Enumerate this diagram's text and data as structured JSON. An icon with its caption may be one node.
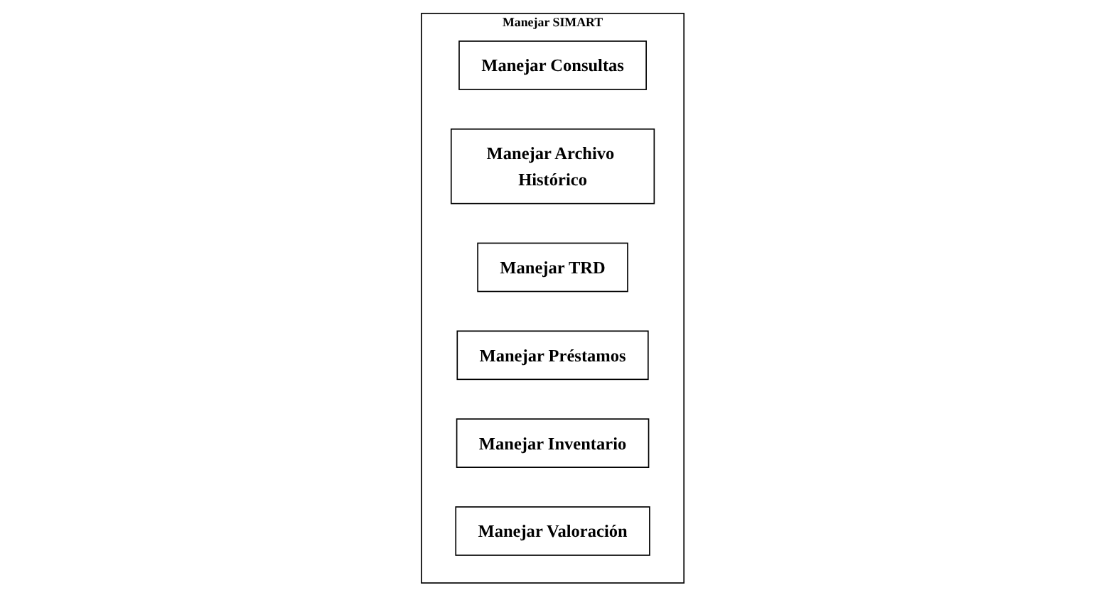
{
  "diagram": {
    "nodes": [
      {
        "text": [
          "Manejar SIMART"
        ]
      },
      {
        "text": [
          "Manejar Consultas"
        ],
        "in": 0
      },
      {
        "text": [
          "Manejar Archivo Histórico"
        ],
        "in": 0
      },
      {
        "text": [
          "Manejar TRD"
        ],
        "in": 0
      },
      {
        "text": [
          "Manejar Préstamos"
        ],
        "in": 0
      },
      {
        "text": [
          "Manejar Inventario"
        ],
        "in": 0
      },
      {
        "text": [
          "Manejar Valoración"
        ],
        "in": 0
      }
    ]
  }
}
